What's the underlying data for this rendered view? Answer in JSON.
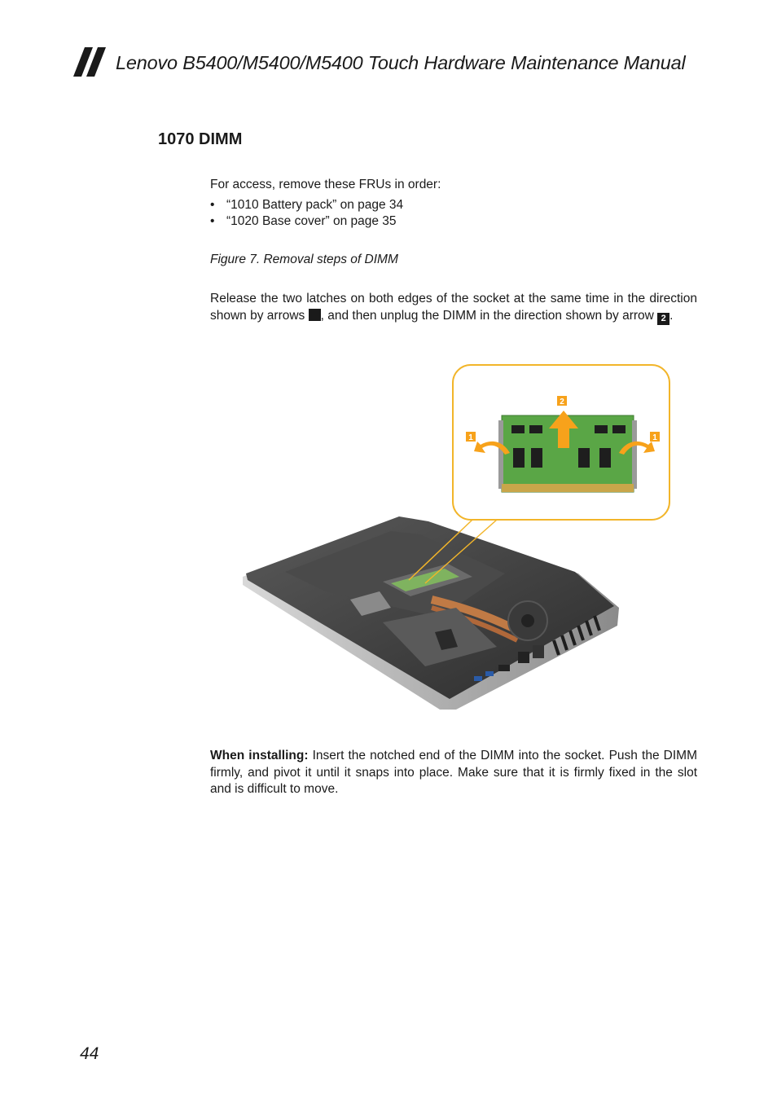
{
  "header": {
    "title": "Lenovo B5400/M5400/M5400 Touch Hardware Maintenance Manual"
  },
  "section": {
    "title": "1070 DIMM"
  },
  "access": {
    "intro": "For access, remove these FRUs in order:",
    "items": [
      "“1010 Battery pack” on page 34",
      "“1020 Base cover” on page 35"
    ],
    "bullet": "•"
  },
  "figure": {
    "caption": "Figure 7. Removal steps of DIMM",
    "callout_labels": [
      "1",
      "2",
      "1"
    ]
  },
  "removal": {
    "text_a": "Release the two latches on both edges of the socket at the same time in the direction shown by arrows ",
    "badge_a": "",
    "text_b": ", and then unplug the DIMM in the direction shown by arrow ",
    "badge_b": "2",
    "text_c": "."
  },
  "installing": {
    "label": "When installing:",
    "text": " Insert the notched end of the DIMM into the socket. Push the DIMM firmly, and pivot it until it snaps into place. Make sure that it is firmly fixed in the slot and is difficult to move."
  },
  "footer": {
    "page_number": "44"
  },
  "colors": {
    "accent_orange": "#f7a21b",
    "callout_border": "#f2b52a",
    "pcb_green": "#5aa646"
  }
}
